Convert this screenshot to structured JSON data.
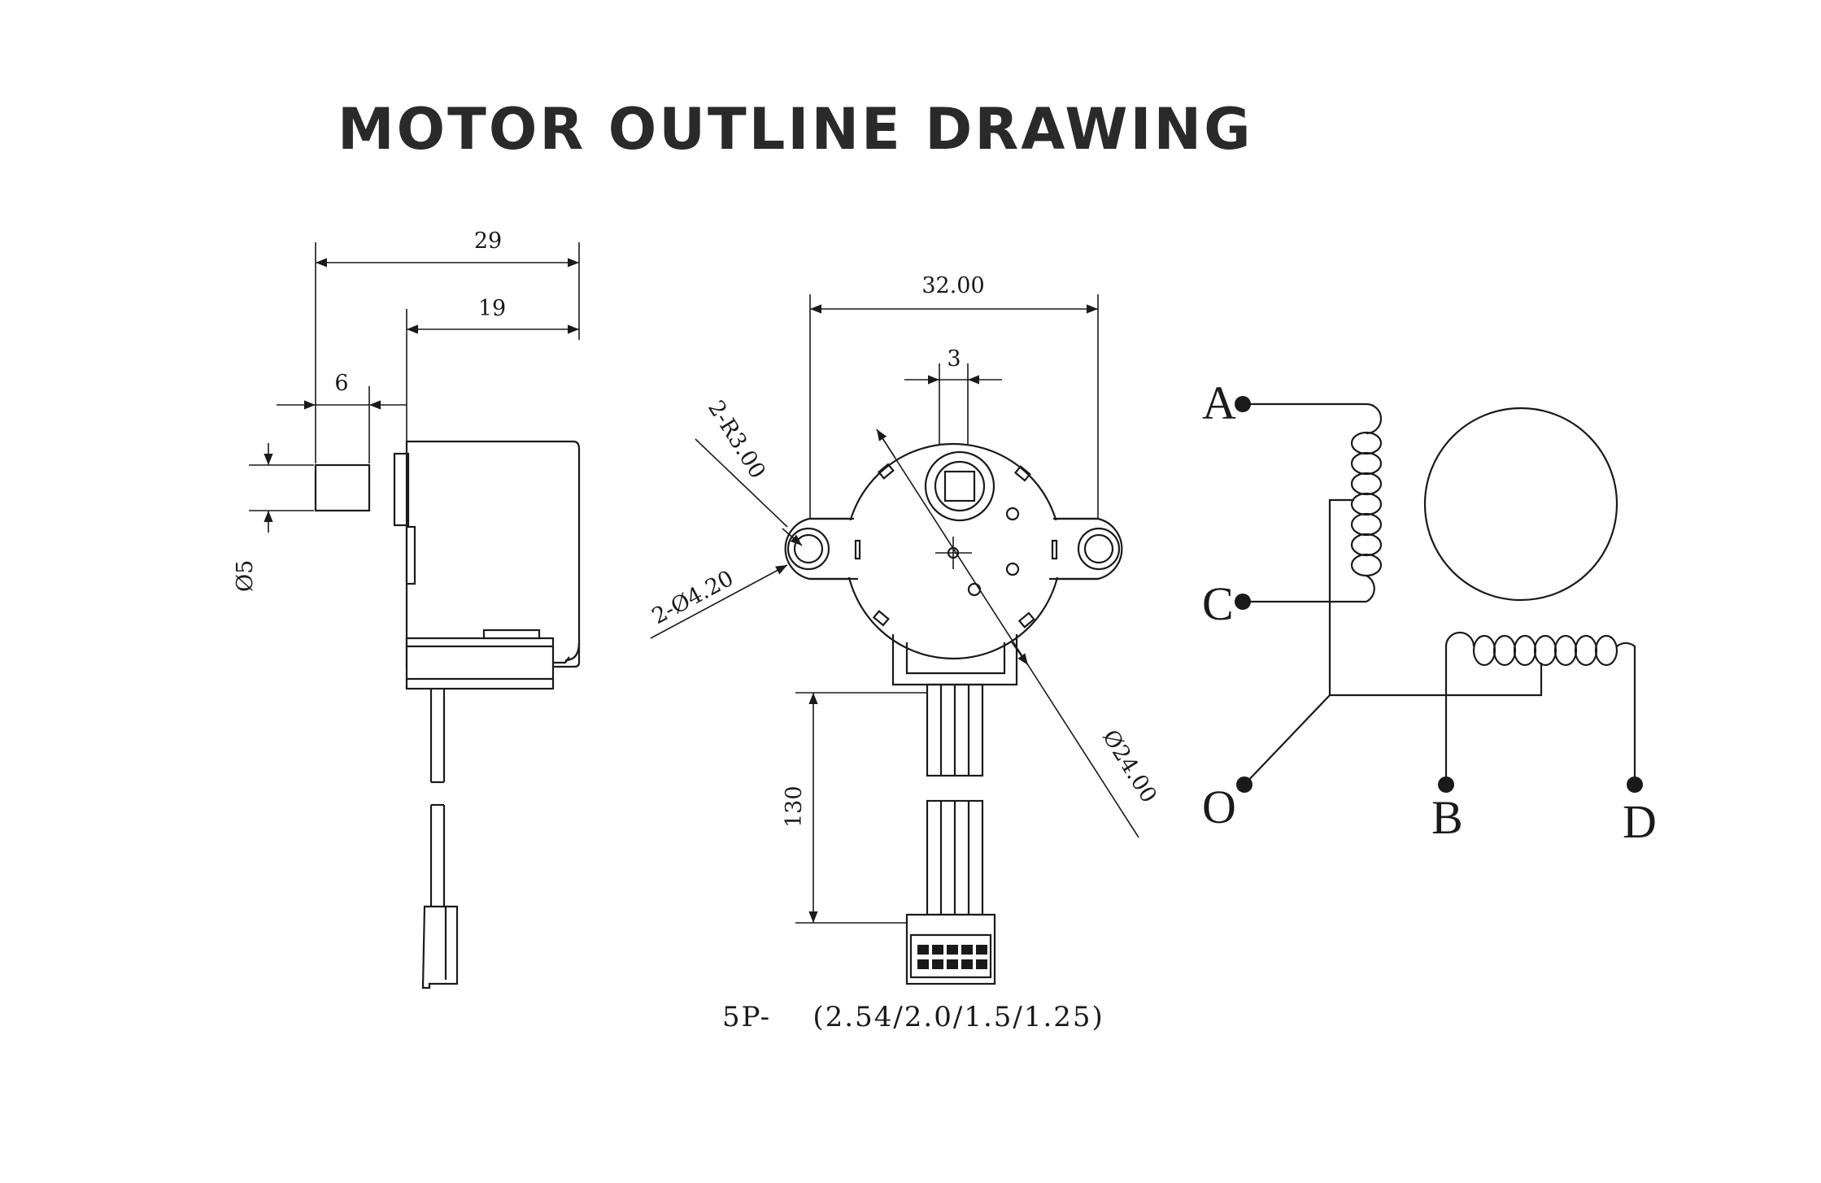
{
  "title": "MOTOR OUTLINE DRAWING",
  "side_view": {
    "dim_overall": "29",
    "dim_body": "19",
    "dim_shaft_length": "6",
    "dim_shaft_dia": "Ø5"
  },
  "front_view": {
    "dim_mount_spacing": "32.00",
    "dim_shaft_flat": "3",
    "dim_ear_radius": "2-R3.00",
    "dim_mount_holes": "2-Ø4.20",
    "dim_body_dia": "Ø24.00",
    "dim_lead_length": "130",
    "connector_note": "5P-    (2.54/2.0/1.5/1.25)"
  },
  "wiring": {
    "pins": [
      "A",
      "C",
      "O",
      "B",
      "D"
    ]
  }
}
